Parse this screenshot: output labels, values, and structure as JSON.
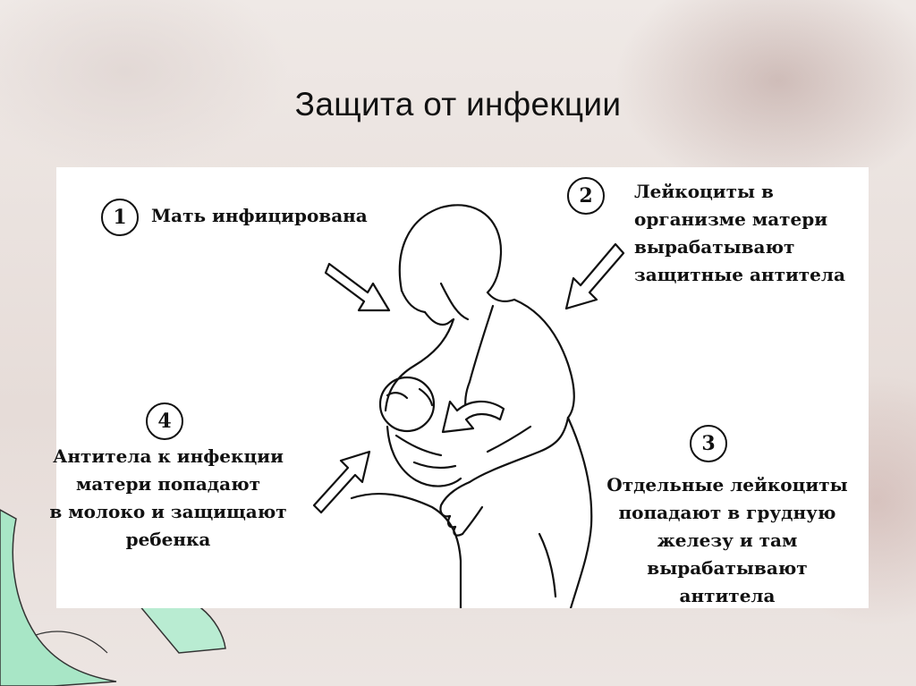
{
  "slide": {
    "title": "Защита от инфекции"
  },
  "steps": [
    {
      "number": "1",
      "text": "Мать инфицирована"
    },
    {
      "number": "2",
      "text": "Лейкоциты в\nорганизме матери\nвырабатывают\nзащитные антитела"
    },
    {
      "number": "3",
      "text": "Отдельные лейкоциты\nпопадают в грудную\nжелезу и там\nвырабатывают антитела"
    },
    {
      "number": "4",
      "text": "Антитела к инфекции\nматери попадают\nв молоко и защищают\nребенка"
    }
  ]
}
